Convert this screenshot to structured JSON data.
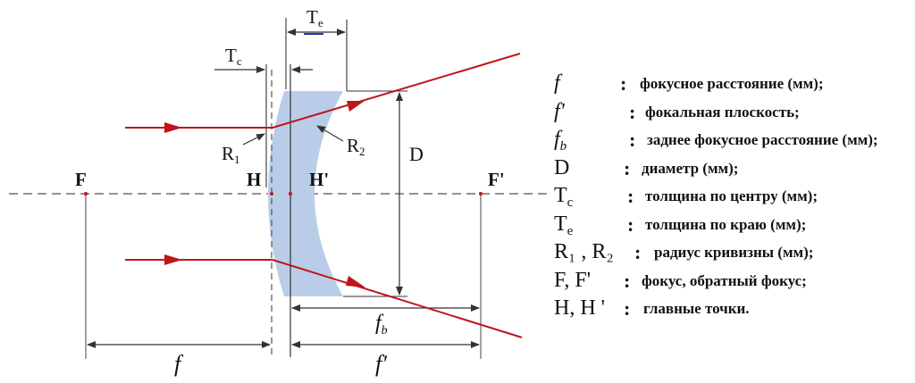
{
  "diagram": {
    "labels": {
      "te": "T",
      "te_sub": "e",
      "tc": "T",
      "tc_sub": "c",
      "r1": "R",
      "r1_sub": "1",
      "r2": "R",
      "r2_sub": "2",
      "d": "D",
      "f_point": "F",
      "h": "H",
      "h_prime": "H'",
      "f_prime_point": "F'",
      "fb": "f",
      "fb_sub": "b",
      "f": "f",
      "f_prime": "f'"
    },
    "colors": {
      "ray": "#c0141a",
      "lens": "#b9cde8",
      "line": "#333333",
      "axis": "#6e6e6e",
      "accent_underline": "#1f3a9e"
    }
  },
  "legend": {
    "items": [
      {
        "sym": "f",
        "sub": "",
        "italic": true,
        "desc": "фокусное расстояние (мм);"
      },
      {
        "sym": "f'",
        "sub": "",
        "italic": true,
        "desc": "фокальная плоскость;"
      },
      {
        "sym": "f",
        "sub": "b",
        "italic": true,
        "desc": "заднее фокусное расстояние (мм);"
      },
      {
        "sym": "D",
        "sub": "",
        "italic": false,
        "desc": "диаметр (мм);"
      },
      {
        "sym": "T",
        "sub": "c",
        "italic": false,
        "desc": "толщина по центру (мм);"
      },
      {
        "sym": "T",
        "sub": "e",
        "italic": false,
        "desc": "толщина по краю (мм);"
      },
      {
        "sym": "R₁ , R₂",
        "sub": "",
        "italic": false,
        "desc": "радиус кривизны (мм);"
      },
      {
        "sym": "F, F'",
        "sub": "",
        "italic": false,
        "desc": "фокус, обратный фокус;"
      },
      {
        "sym": "H, H '",
        "sub": "",
        "italic": false,
        "desc": "главные точки."
      }
    ]
  }
}
